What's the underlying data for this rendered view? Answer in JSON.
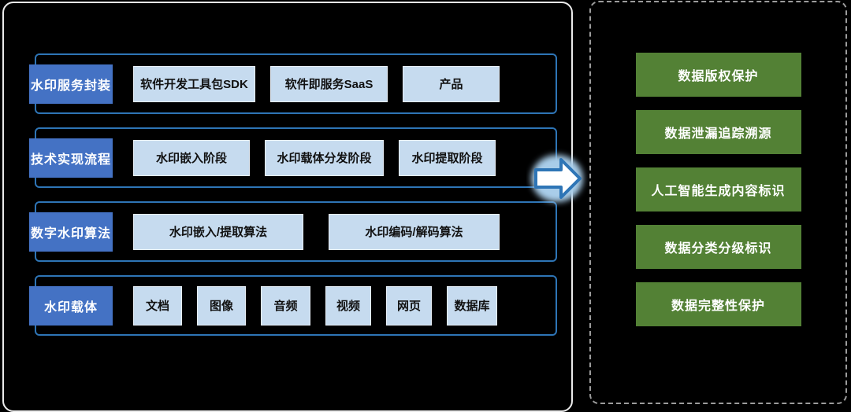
{
  "left_panel": {
    "rows": [
      {
        "label": "水印服务封装",
        "items": [
          "软件开发工具包SDK",
          "软件即服务SaaS",
          "产品"
        ]
      },
      {
        "label": "技术实现流程",
        "items": [
          "水印嵌入阶段",
          "水印载体分发阶段",
          "水印提取阶段"
        ]
      },
      {
        "label": "数字水印算法",
        "items": [
          "水印嵌入/提取算法",
          "水印编码/解码算法"
        ]
      },
      {
        "label": "水印载体",
        "items": [
          "文档",
          "图像",
          "音频",
          "视频",
          "网页",
          "数据库"
        ]
      }
    ]
  },
  "arrow": {
    "icon": "right-arrow",
    "direction": "right"
  },
  "right_panel": {
    "items": [
      "数据版权保护",
      "数据泄漏追踪溯源",
      "人工智能生成内容标识",
      "数据分类分级标识",
      "数据完整性保护"
    ]
  },
  "colors": {
    "canvas_bg": "#000000",
    "label_blue": "#4472c4",
    "item_light_blue": "#c6dbef",
    "row_border_blue": "#2e75b6",
    "application_green": "#538135",
    "arrow_fill": "#ffffff",
    "arrow_stroke": "#2e75b6",
    "arrow_glow": "#a9cde9"
  }
}
